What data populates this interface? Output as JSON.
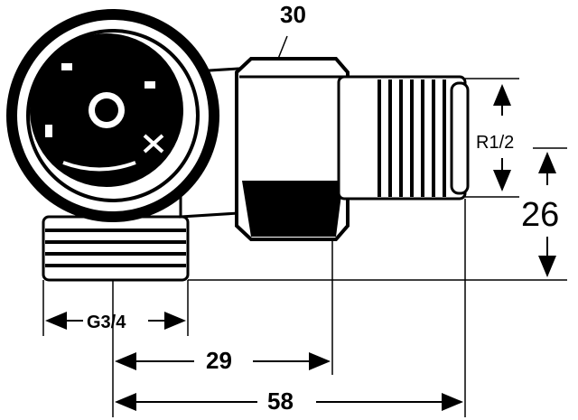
{
  "diagram": {
    "dimensions": {
      "hex_width": "30",
      "thread_outlet": "R1/2",
      "outlet_height": "26",
      "thread_inlet": "G3/4",
      "inlet_to_nut": "29",
      "inlet_to_outlet_end": "58"
    },
    "colors": {
      "ink": "#000000",
      "background": "#ffffff"
    }
  }
}
